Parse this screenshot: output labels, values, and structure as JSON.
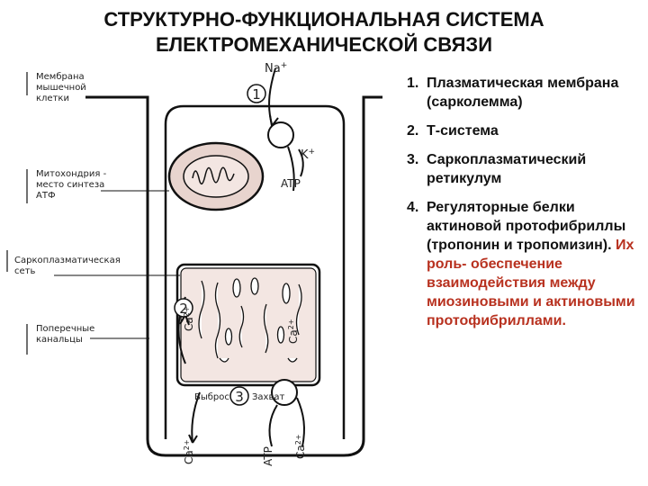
{
  "title": {
    "line1": "СТРУКТУРНО-ФУНКЦИОНАЛЬНАЯ СИСТЕМА",
    "line2": "ЕЛЕКТРОМЕХАНИЧЕСКОЙ СВЯЗИ"
  },
  "diagram": {
    "side_labels": {
      "membrane": [
        "Мембрана",
        "мышечной",
        "клетки"
      ],
      "mitochondria": [
        "Митохондрия -",
        "место синтеза",
        "АТФ"
      ],
      "sr": [
        "Саркоплазматическая",
        "сеть"
      ],
      "ttubes": [
        "Поперечные",
        "канальцы"
      ]
    },
    "markers": {
      "one": "1",
      "two": "2",
      "three": "3"
    },
    "ions": {
      "na": "Na",
      "na_sup": "+",
      "k": "K",
      "k_sup": "+",
      "atp_top": "ATP",
      "ca_left": "Ca",
      "ca_left_sup": "2+",
      "ca_right": "Ca",
      "ca_right_sup": "2+",
      "release": "Выброс",
      "uptake": "Захват",
      "ca_bottom": "Ca",
      "ca_bottom_sup": "2+",
      "atp_bottom": "ATP",
      "ca_bottom_right": "Ca",
      "ca_bottom_right_sup": "2+"
    }
  },
  "list": {
    "items": [
      {
        "num": "1.",
        "text": "Плазматическая мембрана (сарколемма)"
      },
      {
        "num": "2.",
        "text": "Т-система"
      },
      {
        "num": "3.",
        "text": "Саркоплазматический ретикулум"
      },
      {
        "num": "4.",
        "text": "Регуляторные белки актиновой протофибриллы (тропонин и тропомизин).",
        "red": " Их роль-",
        "text2": "обеспечение взаимодействия между миозиновыми и актиновыми протофибриллами."
      }
    ]
  },
  "colors": {
    "organelle_fill": "#e8d4ce",
    "text_red": "#b8311f",
    "line": "#111111"
  }
}
